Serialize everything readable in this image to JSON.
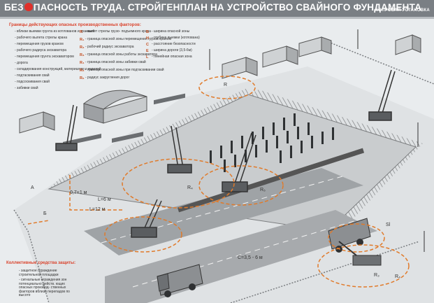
{
  "title": {
    "left": "БЕЗ",
    "right": "ПАСНОСТЬ ТРУДА.   СТРОЙГЕНПЛАН НА  УСТРОЙСТВО СВАЙНОГО ФУНДАМЕНТА"
  },
  "series_tag": "КОПРОВАЯ УСТАНОВКА",
  "legend": {
    "heading": "Границы  действующих опасных производственных факторов:",
    "left_items": [
      "- вблизи выемки грунта из котлованов и траншей",
      "- рабочего вылета стрелы крана",
      "- перемещения грузов краном",
      "- рабочего радиуса экскаватора",
      "- перемещения грунта экскаватором",
      "- дорога",
      "- складирования конструкций, материалов и изделий",
      "- подтаскивания свай",
      "- подсоскивания свай",
      "- забивки свай"
    ],
    "mid_items": [
      {
        "sym": "R",
        "text": "- вылет стрелы грузо- подъемного крана"
      },
      {
        "sym": "R₁",
        "text": "- граница опасной зоны перемещения грузов краном"
      },
      {
        "sym": "R₂",
        "text": "- рабочий радиус экскаватора"
      },
      {
        "sym": "R₃",
        "text": "- граница опасной зоны работы экскаватора"
      },
      {
        "sym": "R₄",
        "text": "- граница опасной зоны забивки свай"
      },
      {
        "sym": "R₅",
        "text": "- граница опасной зоны при подтаскивании свай"
      },
      {
        "sym": "R₆",
        "text": "- радиус закругления дорог"
      }
    ],
    "right_items": [
      {
        "sym": "Б",
        "text": "- ширина опасной зоны"
      },
      {
        "sym": "Н",
        "text": "- глубина выемки (котлована)"
      },
      {
        "sym": "С",
        "text": "- расстояние безопасности"
      },
      {
        "sym": "Е",
        "text": "- ширина дороги (3,5-6м)"
      },
      {
        "sym": "L",
        "text": "- линейная опасная зона"
      }
    ]
  },
  "collective": {
    "heading": "Коллективные средства защиты:",
    "items": [
      "- защитное ограждение строительной площадки",
      "- сигнальные ограждения зон потенциально действ. ющих опасных производ- ственных факторов вблизи перепадов по высоте"
    ]
  },
  "labels": {
    "road_width": "С=3,5 - 6 м",
    "r4": "R₄",
    "r5": "R₅",
    "r3": "R₃",
    "r4b": "R₄",
    "a": "А",
    "sl": "Sl",
    "b": "Б",
    "l12": "L=12 м",
    "l6": "L=6 м",
    "dist": "0,7+1 м",
    "r_top": "R"
  }
}
